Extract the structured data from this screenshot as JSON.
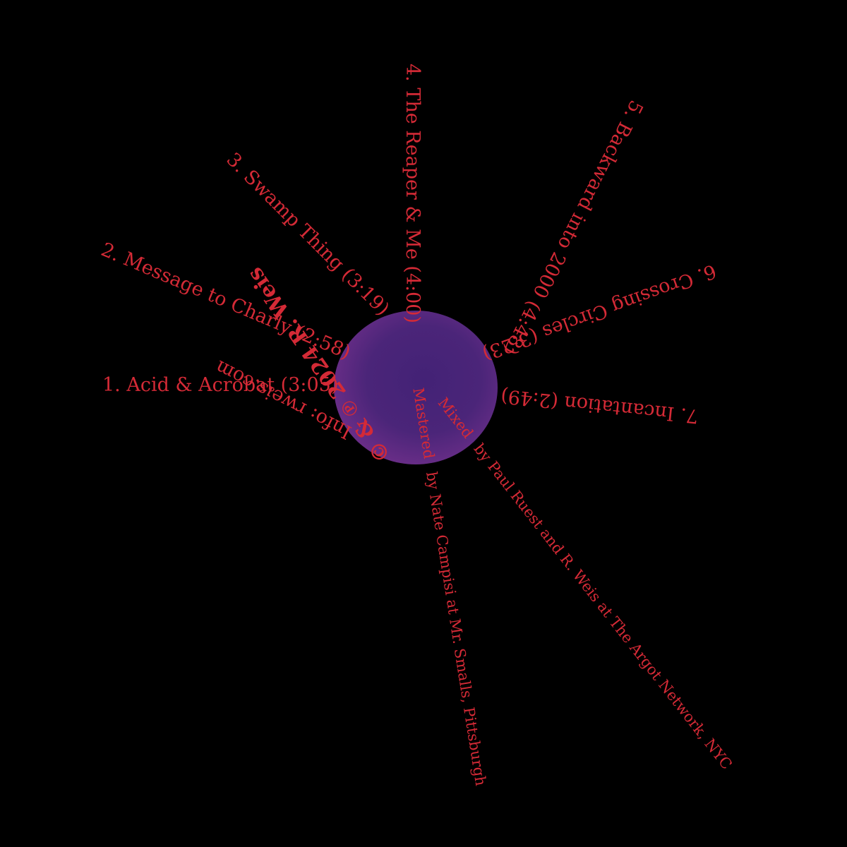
{
  "palette": {
    "background": "#000000",
    "text": "#d42a36",
    "orb": "#4b2579"
  },
  "tracks": [
    {
      "label": "1. Acid & Acrobat (3:05)"
    },
    {
      "label": "2. Message to Charly (2:58)"
    },
    {
      "label": "3. Swamp Thing (3:19)"
    },
    {
      "label": "4. The Reaper & Me (4:00)"
    },
    {
      "label": "5. Backward into 2000 (4:48)"
    },
    {
      "label": "6. Crossing Circles (3:23)"
    },
    {
      "label": "7. Incantation (2:49)"
    }
  ],
  "info": {
    "label": "Info: rweis.com"
  },
  "copyright": {
    "label": "© & ℗ 2024 R. Weis"
  },
  "credits": {
    "mixed_word": "Mixed",
    "mixed_text": "by Paul Ruest and R. Weis at The Argot Network, NYC",
    "mastered_word": "Mastered",
    "mastered_text": "by Nate Campisi at Mr. Smalls, Pittsburgh"
  }
}
